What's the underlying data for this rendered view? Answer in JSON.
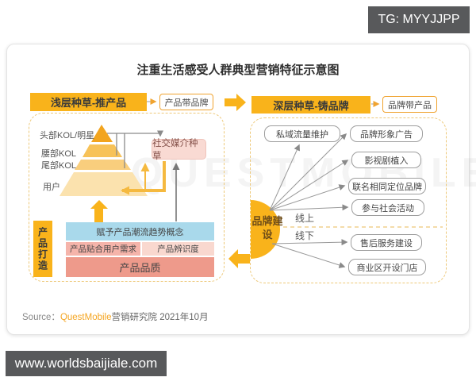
{
  "badge": {
    "label": "TG: MYYJJPP"
  },
  "title": "注重生活感受人群典型营销特征示意图",
  "flow": {
    "left_box": "浅层种草-推产品",
    "left_tag": "产品带品牌",
    "right_box": "深层种草-铸品牌",
    "right_tag": "品牌带产品"
  },
  "pyramid": {
    "levels": [
      "头部KOL/明星",
      "腰部KOL",
      "尾部KOL",
      "用户"
    ]
  },
  "social_box": "社交媒介种草",
  "product": {
    "title": "产品打造",
    "concept": "赋予产品潮流趋势概念",
    "fit": "产品贴合用户需求",
    "recognition": "产品辨识度",
    "quality": "产品品质"
  },
  "brand": {
    "center": "品牌建设",
    "online": "线上",
    "offline": "线下",
    "online_items": [
      "私域流量维护",
      "品牌形象广告",
      "影视剧植入",
      "联名相同定位品牌",
      "参与社会活动"
    ],
    "offline_items": [
      "售后服务建设",
      "商业区开设门店"
    ]
  },
  "source": {
    "prefix": "Source：",
    "brand": "QuestMobile",
    "suffix": "营销研究院 2021年10月"
  },
  "footer": {
    "url": "www.worldsbaijiale.com"
  },
  "watermark": "QUESTMOBILE",
  "colors": {
    "accent_orange": "#F9B31B",
    "badge_dark": "#58595B",
    "pyramid_top": "#F2A41E",
    "pyramid_bottom": "#FBE2AE",
    "blue_box": "#A9D9EB",
    "pink_box": "#F5B4AA",
    "salmon_box": "#EE9A8B",
    "social_pink": "#F9DAD3",
    "dashed_border": "#EDC878"
  }
}
